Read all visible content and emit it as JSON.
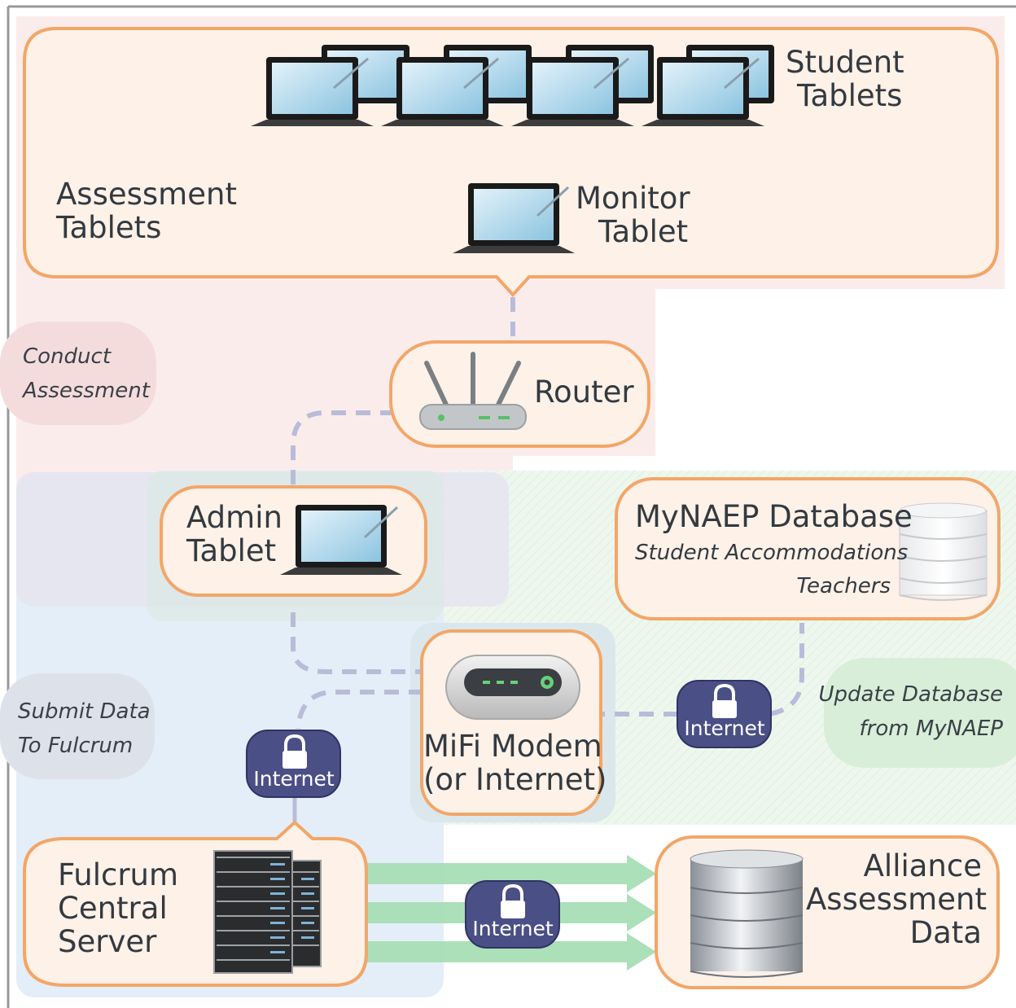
{
  "assessment_group": {
    "title_line1": "Assessment",
    "title_line2": "Tablets",
    "student_tablets_line1": "Student",
    "student_tablets_line2": "Tablets",
    "monitor_tablet_line1": "Monitor",
    "monitor_tablet_line2": "Tablet"
  },
  "router": {
    "label": "Router"
  },
  "admin_tablet": {
    "line1": "Admin",
    "line2": "Tablet"
  },
  "mynaep": {
    "title": "MyNAEP Database",
    "line2": "Student  Accommodations",
    "line3": "Teachers"
  },
  "mifi": {
    "line1": "MiFi Modem",
    "line2": "(or Internet)"
  },
  "fulcrum": {
    "line1": "Fulcrum",
    "line2": "Central",
    "line3": "Server"
  },
  "alliance": {
    "line1": "Alliance",
    "line2": "Assessment",
    "line3": "Data"
  },
  "zones": {
    "conduct_line1": "Conduct",
    "conduct_line2": "Assessment",
    "submit_line1": "Submit Data",
    "submit_line2": "To Fulcrum",
    "update_line1": "Update Database",
    "update_line2": "from MyNAEP"
  },
  "internet_badges": {
    "left": "Internet",
    "right": "Internet",
    "bottom": "Internet"
  },
  "colors": {
    "node_fill": "#fdf1e8",
    "node_border": "#f3a668",
    "zone_pink": "#f9e6e6",
    "zone_blue": "#e4eef9",
    "zone_green": "#eaf5ea",
    "badge": "#4a4f86",
    "connector": "#b8bcd8",
    "arrow_green": "#a7dfb6"
  }
}
